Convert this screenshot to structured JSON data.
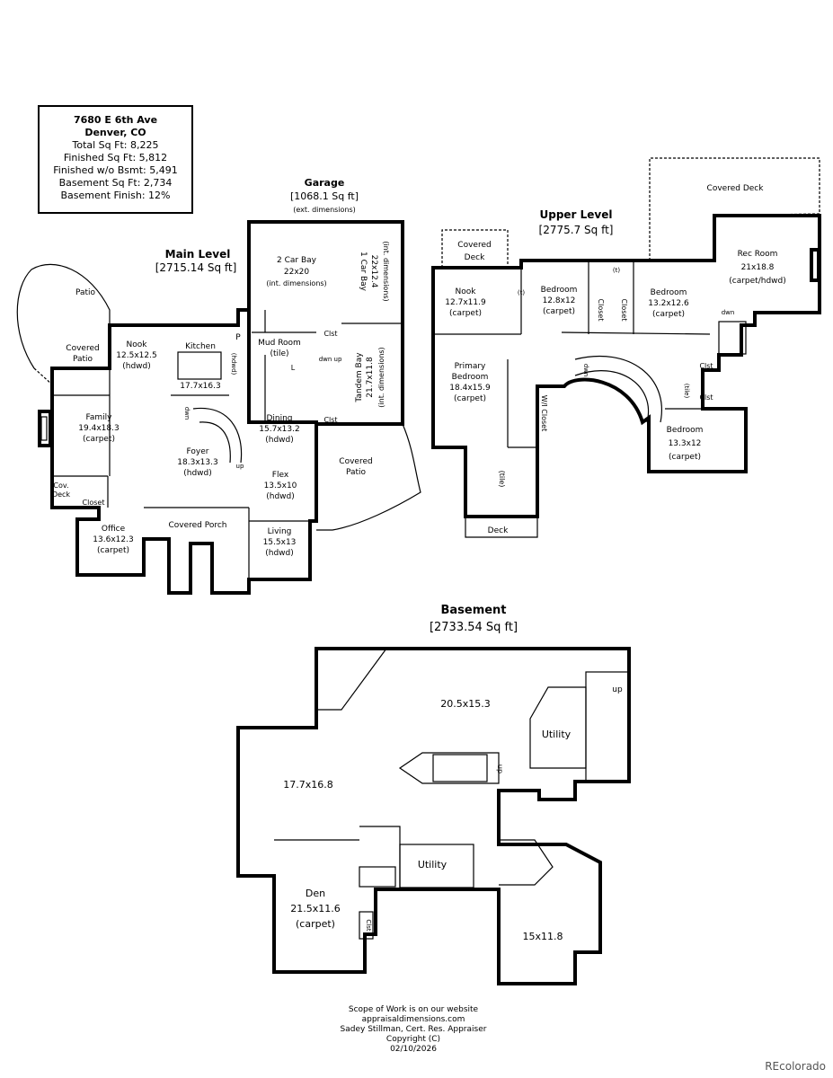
{
  "info": {
    "address_line1": "7680 E 6th Ave",
    "address_line2": "Denver, CO",
    "total": "Total Sq Ft: 8,225",
    "finished": "Finished Sq Ft: 5,812",
    "finished_wo_bsmt": "Finished w/o Bsmt: 5,491",
    "basement": "Basement Sq Ft: 2,734",
    "basement_finish": "Basement Finish: 12%"
  },
  "levels": {
    "main": {
      "title": "Main Level",
      "area": "[2715.14 Sq ft]"
    },
    "garage": {
      "title": "Garage",
      "area": "[1068.1 Sq ft]",
      "note": "(ext. dimensions)"
    },
    "upper": {
      "title": "Upper Level",
      "area": "[2775.7 Sq ft]"
    },
    "basement": {
      "title": "Basement",
      "area": "[2733.54 Sq ft]"
    }
  },
  "main_rooms": {
    "patio": "Patio",
    "covered_patio_l1": "Covered",
    "covered_patio_l2": "Patio",
    "nook_l1": "Nook",
    "nook_l2": "12.5x12.5",
    "nook_l3": "(hdwd)",
    "kitchen_l1": "Kitchen",
    "kitchen_l2": "17.7x16.3",
    "pantry": "P",
    "mud_l1": "Mud Room",
    "mud_l2": "(tile)",
    "clst1": "Clst",
    "clst2": "Clst",
    "family_l1": "Family",
    "family_l2": "19.4x18.3",
    "family_l3": "(carpet)",
    "foyer_l1": "Foyer",
    "foyer_l2": "18.3x13.3",
    "foyer_l3": "(hdwd)",
    "dining_l1": "Dining",
    "dining_l2": "15.7x13.2",
    "dining_l3": "(hdwd)",
    "flex_l1": "Flex",
    "flex_l2": "13.5x10",
    "flex_l3": "(hdwd)",
    "living_l1": "Living",
    "living_l2": "15.5x13",
    "living_l3": "(hdwd)",
    "covdeck_l1": "Cov.",
    "covdeck_l2": "Deck",
    "closet": "Closet",
    "office_l1": "Office",
    "office_l2": "13.6x12.3",
    "office_l3": "(carpet)",
    "covered_porch": "Covered Porch",
    "cov_patio2_l1": "Covered",
    "cov_patio2_l2": "Patio",
    "garage2_l1": "2 Car Bay",
    "garage2_l2": "22x20",
    "garage2_l3": "(int. dimensions)",
    "garage1_l1": "1 Car Bay",
    "garage1_l2": "22x12.4",
    "garage1_l3": "(int. dimensions)",
    "tandem_l1": "Tandem Bay",
    "tandem_l2": "21.7x11.8",
    "tandem_l3": "(int. dimensions)",
    "up": "up",
    "dwn": "dwn",
    "hdwd": "(hdwd)",
    "L": "L"
  },
  "upper_rooms": {
    "covered_deck_top": "Covered Deck",
    "covered_deck_l1": "Covered",
    "covered_deck_l2": "Deck",
    "nook_l1": "Nook",
    "nook_l2": "12.7x11.9",
    "nook_l3": "(carpet)",
    "t1": "(t)",
    "t2": "(t)",
    "bed1_l1": "Bedroom",
    "bed1_l2": "12.8x12",
    "bed1_l3": "(carpet)",
    "closet_a": "Closet",
    "closet_b": "Closet",
    "bed2_l1": "Bedroom",
    "bed2_l2": "13.2x12.6",
    "bed2_l3": "(carpet)",
    "rec_l1": "Rec Room",
    "rec_l2": "21x18.8",
    "rec_l3": "(carpet/hdwd)",
    "primary_l1": "Primary",
    "primary_l2": "Bedroom",
    "primary_l3": "18.4x15.9",
    "primary_l4": "(carpet)",
    "wi_closet": "W/I Closet",
    "tile": "(tile)",
    "tile2": "(tile)",
    "clst1": "Clst",
    "clst2": "Clst",
    "bed3_l1": "Bedroom",
    "bed3_l2": "13.3x12",
    "bed3_l3": "(carpet)",
    "deck": "Deck",
    "dwn1": "dwn",
    "dwn2": "dwn"
  },
  "basement_rooms": {
    "r1": "20.5x15.3",
    "r2": "17.7x16.8",
    "utility1": "Utility",
    "utility2": "Utility",
    "den_l1": "Den",
    "den_l2": "21.5x11.6",
    "den_l3": "(carpet)",
    "clst": "Clst",
    "r3": "15x11.8",
    "up": "up",
    "up2": "up"
  },
  "footer": {
    "l1": "Scope of Work is on our website",
    "l2": "appraisaldimensions.com",
    "l3": "Sadey Stillman, Cert. Res. Appraiser",
    "l4": "Copyright (C)",
    "l5": "02/10/2026"
  },
  "brand": "REcolorado"
}
